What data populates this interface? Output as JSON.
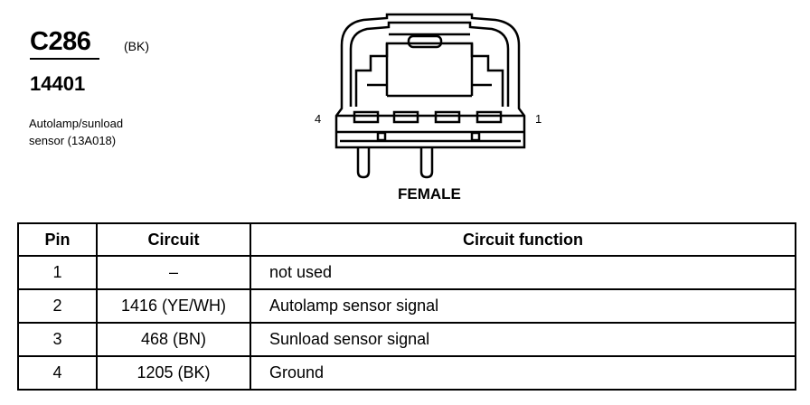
{
  "connector": {
    "id": "C286",
    "color": "(BK)",
    "harness": "14401",
    "component_line1": "Autolamp/sunload",
    "component_line2": "sensor (13A018)"
  },
  "diagram": {
    "pin_left": "4",
    "pin_right": "1",
    "gender": "FEMALE"
  },
  "table": {
    "headers": [
      "Pin",
      "Circuit",
      "Circuit function"
    ],
    "rows": [
      {
        "pin": "1",
        "circuit": "–",
        "function": "not used"
      },
      {
        "pin": "2",
        "circuit": "1416 (YE/WH)",
        "function": "Autolamp sensor signal"
      },
      {
        "pin": "3",
        "circuit": "468 (BN)",
        "function": "Sunload sensor signal"
      },
      {
        "pin": "4",
        "circuit": "1205 (BK)",
        "function": "Ground"
      }
    ]
  }
}
